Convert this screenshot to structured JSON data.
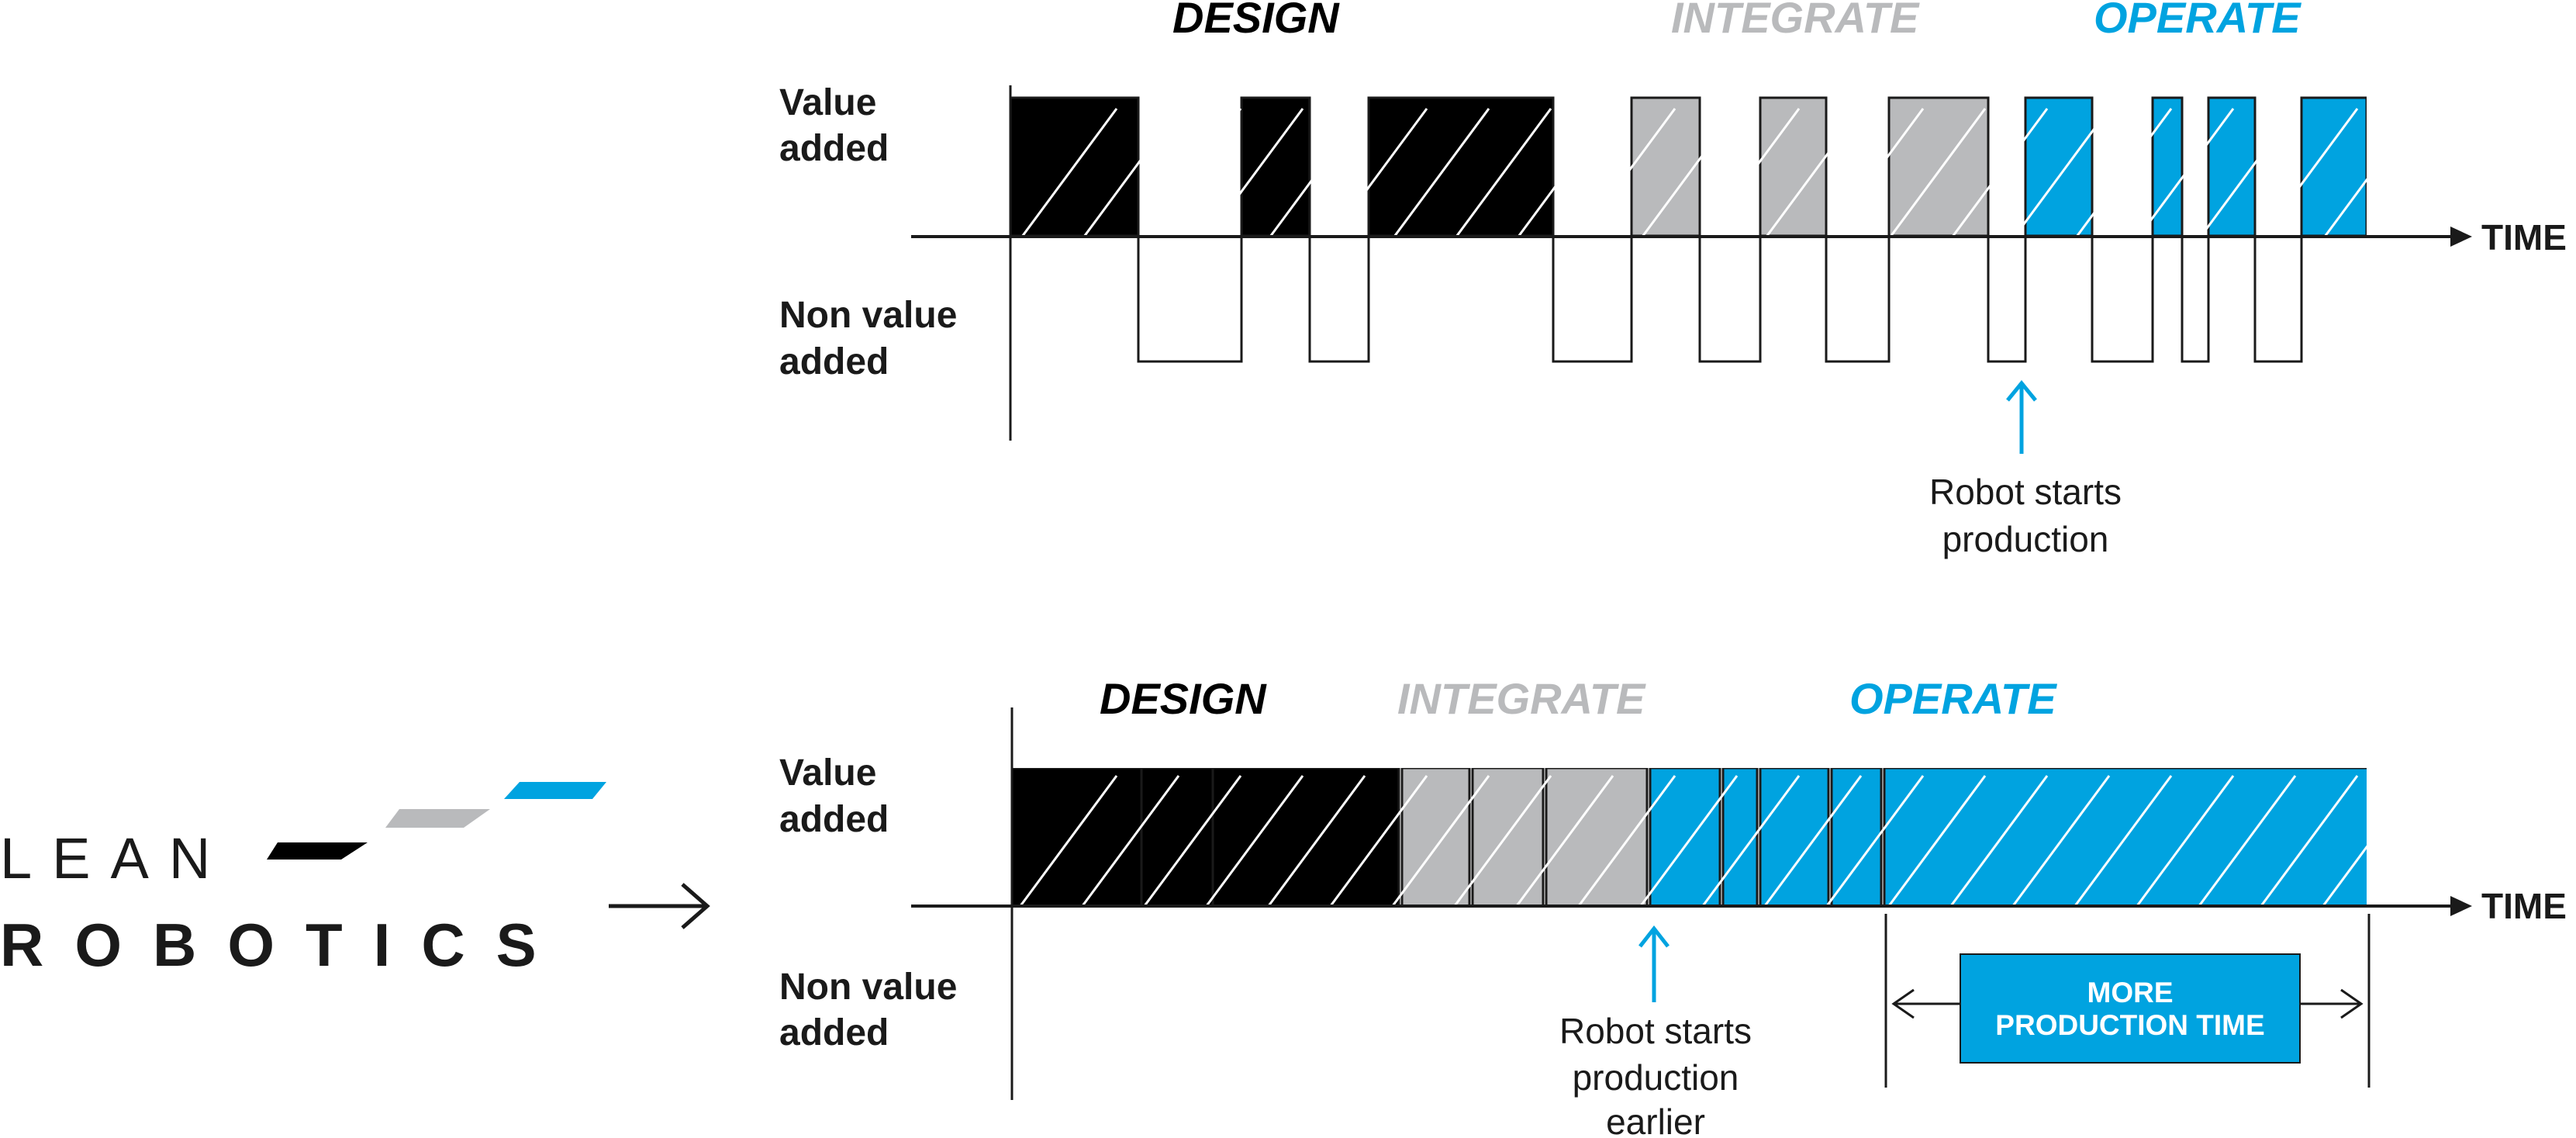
{
  "colors": {
    "design": "#000000",
    "integrate": "#b9babc",
    "operate": "#00a3e0",
    "line": "#1a1a1a"
  },
  "logo": {
    "line1": "LEAN",
    "line2": "ROBOTICS"
  },
  "top_diagram": {
    "phases": {
      "design": "DESIGN",
      "integrate": "INTEGRATE",
      "operate": "OPERATE"
    },
    "value_added_label": [
      "Value",
      "added"
    ],
    "non_value_added_label": [
      "Non value",
      "added"
    ],
    "time_label": "TIME",
    "annotation": [
      "Robot starts",
      "production"
    ]
  },
  "bottom_diagram": {
    "phases": {
      "design": "DESIGN",
      "integrate": "INTEGRATE",
      "operate": "OPERATE"
    },
    "value_added_label": [
      "Value",
      "added"
    ],
    "non_value_added_label": [
      "Non value",
      "added"
    ],
    "time_label": "TIME",
    "annotation": [
      "Robot starts",
      "production",
      "earlier"
    ],
    "callout": [
      "MORE",
      "PRODUCTION TIME"
    ]
  }
}
